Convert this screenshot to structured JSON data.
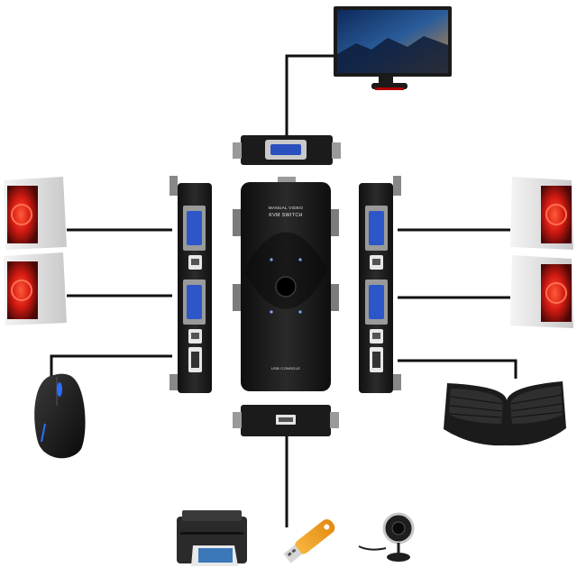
{
  "device": {
    "title_line1": "MANUAL VIDEO",
    "title_line2": "KVM SWITCH",
    "console_label": "USB CONSOLE"
  },
  "colors": {
    "cable": "#111111",
    "device_body": "#1c1c1c",
    "pc_glow": "#e0201a",
    "mouse_led": "#2a6fff",
    "flash_drive": "#f5a21a"
  },
  "peripherals": {
    "monitor": "monitor-icon",
    "computers": [
      "computer-icon",
      "computer-icon",
      "computer-icon",
      "computer-icon"
    ],
    "mouse": "mouse-icon",
    "keyboard": "keyboard-icon",
    "printer": "printer-icon",
    "usb_drive": "usb-drive-icon",
    "webcam": "webcam-icon"
  }
}
